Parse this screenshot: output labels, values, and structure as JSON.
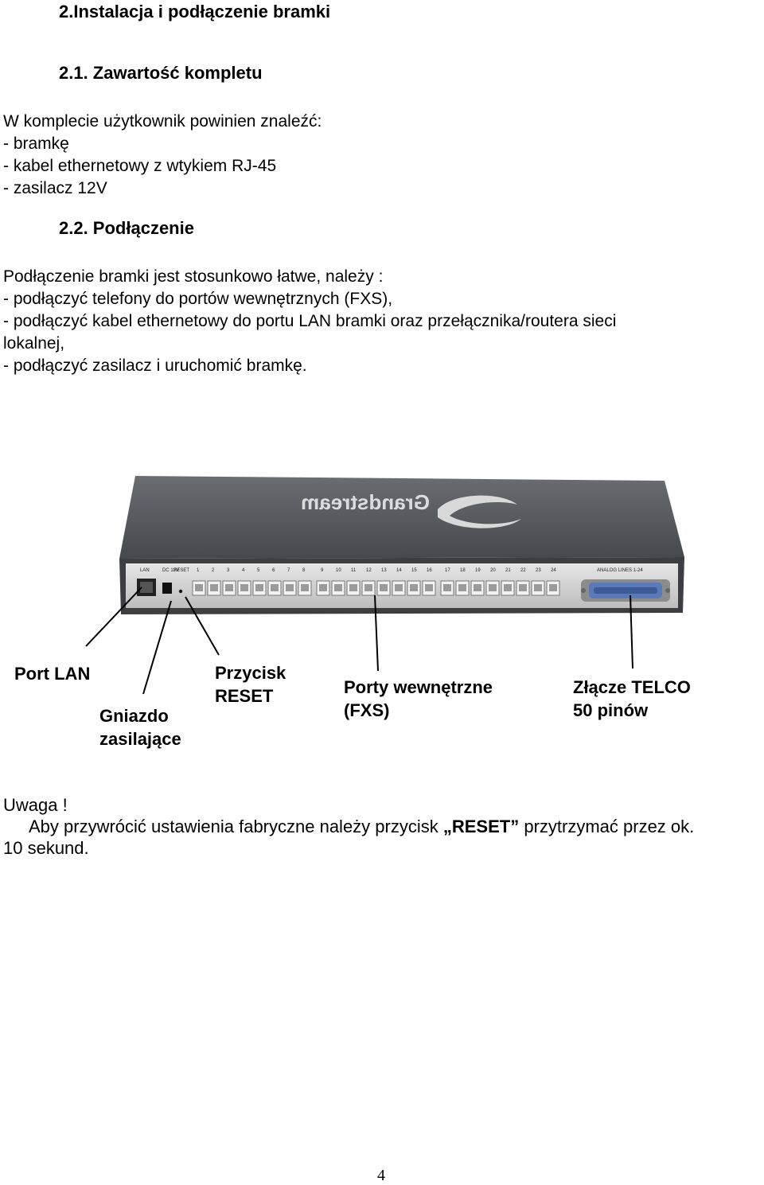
{
  "section_title": "2.Instalacja i podłączenie bramki",
  "sub1": {
    "title": "2.1. Zawartość kompletu"
  },
  "kit": {
    "intro": "W komplecie użytkownik powinien znaleźć:",
    "items": [
      "- bramkę",
      "- kabel ethernetowy z wtykiem RJ-45",
      "- zasilacz 12V"
    ]
  },
  "sub2": {
    "title": "2.2. Podłączenie"
  },
  "connect": {
    "intro": "Podłączenie bramki jest stosunkowo łatwe, należy :",
    "lines": [
      "- podłączyć telefony do portów wewnętrznych (FXS),",
      "- podłączyć kabel ethernetowy do portu LAN bramki oraz przełącznika/routera sieci",
      "lokalnej,",
      "- podłączyć zasilacz i uruchomić bramkę."
    ]
  },
  "device": {
    "brand": "Grandstream",
    "panel": {
      "lan": "LAN",
      "dc": "DC 12V",
      "reset": "RESET",
      "port_numbers": [
        "1",
        "2",
        "3",
        "4",
        "5",
        "6",
        "7",
        "8",
        "9",
        "10",
        "11",
        "12",
        "13",
        "14",
        "15",
        "16",
        "17",
        "18",
        "19",
        "20",
        "21",
        "22",
        "23",
        "24"
      ],
      "telco": "ANALOG LINES 1-24"
    },
    "colors": {
      "body": "#4a4d52",
      "top": "#5b5e63",
      "panel": "#d8d8d8",
      "port": "#c9c9c9",
      "connector": "#5a79b8"
    }
  },
  "labels": {
    "lan": "Port LAN",
    "power": [
      "Gniazdo",
      "zasilające"
    ],
    "reset": [
      "Przycisk",
      "RESET"
    ],
    "fxs": [
      "Porty wewnętrzne",
      "(FXS)"
    ],
    "telco": [
      "Złącze TELCO",
      "50 pinów"
    ]
  },
  "note": {
    "title": "Uwaga !",
    "text_before": "Aby przywrócić ustawienia fabryczne należy przycisk ",
    "text_bold": "„RESET”",
    "text_after": " przytrzymać przez ok.",
    "line2": "10 sekund."
  },
  "page_number": "4"
}
